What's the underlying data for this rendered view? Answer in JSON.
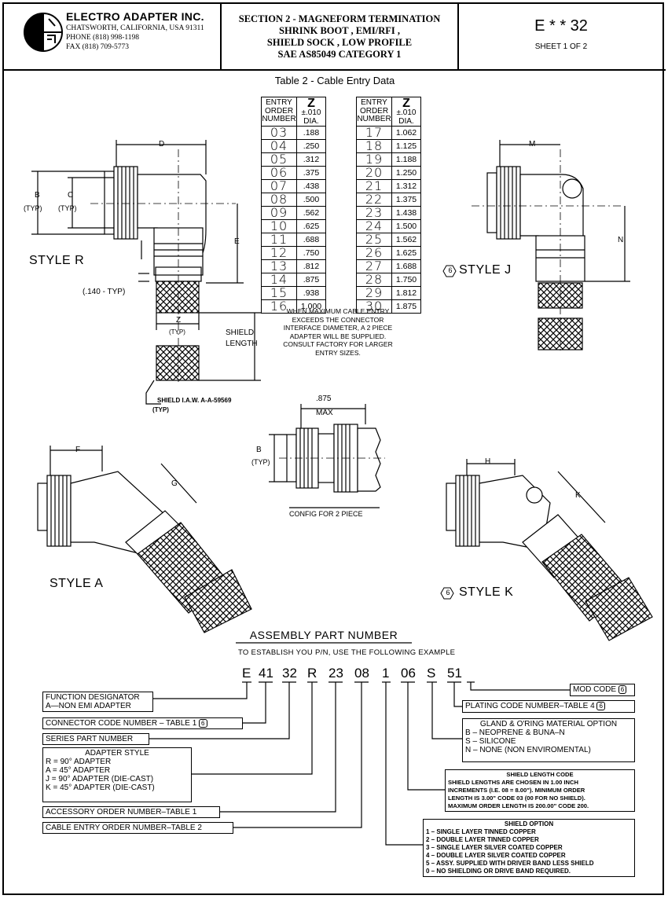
{
  "header": {
    "company": "ELECTRO ADAPTER INC.",
    "city": "CHATSWORTH, CALIFORNIA, USA 91311",
    "phone": "PHONE  (818) 998-1198",
    "fax": "FAX  (818) 709-5773",
    "section_lines": [
      "SECTION 2 - MAGNEFORM  TERMINATION",
      "SHRINK BOOT ,  EMI/RFI ,",
      "SHIELD SOCK ,  LOW PROFILE",
      "SAE AS85049 CATEGORY 1"
    ],
    "part_code": "E * * 32",
    "sheet": "SHEET  1 OF 2"
  },
  "table": {
    "title": "Table  2 - Cable Entry Data",
    "col1": "ENTRY",
    "col2": "ORDER",
    "col3": "NUMBER",
    "z": "Z",
    "tol": "±.010",
    "dia": "DIA.",
    "left_rows": [
      {
        "order": "03",
        "dia": ".188"
      },
      {
        "order": "04",
        "dia": ".250"
      },
      {
        "order": "05",
        "dia": ".312"
      },
      {
        "order": "06",
        "dia": ".375"
      },
      {
        "order": "07",
        "dia": ".438"
      },
      {
        "order": "08",
        "dia": ".500"
      },
      {
        "order": "09",
        "dia": ".562"
      },
      {
        "order": "10",
        "dia": ".625"
      },
      {
        "order": "11",
        "dia": ".688"
      },
      {
        "order": "12",
        "dia": ".750"
      },
      {
        "order": "13",
        "dia": ".812"
      },
      {
        "order": "14",
        "dia": ".875"
      },
      {
        "order": "15",
        "dia": ".938"
      },
      {
        "order": "16",
        "dia": "1.000"
      }
    ],
    "right_rows": [
      {
        "order": "17",
        "dia": "1.062"
      },
      {
        "order": "18",
        "dia": "1.125"
      },
      {
        "order": "19",
        "dia": "1.188"
      },
      {
        "order": "20",
        "dia": "1.250"
      },
      {
        "order": "21",
        "dia": "1.312"
      },
      {
        "order": "22",
        "dia": "1.375"
      },
      {
        "order": "23",
        "dia": "1.438"
      },
      {
        "order": "24",
        "dia": "1.500"
      },
      {
        "order": "25",
        "dia": "1.562"
      },
      {
        "order": "26",
        "dia": "1.625"
      },
      {
        "order": "27",
        "dia": "1.688"
      },
      {
        "order": "28",
        "dia": "1.750"
      },
      {
        "order": "29",
        "dia": "1.812"
      },
      {
        "order": "30",
        "dia": "1.875"
      }
    ],
    "note": [
      "WHEN MAXIMUM CABLE ENTRY",
      "EXCEEDS THE CONNECTOR",
      "INTERFACE DIAMETER, A 2 PIECE",
      "ADAPTER WILL BE SUPPLIED.",
      "CONSULT FACTORY FOR LARGER",
      "ENTRY SIZES."
    ]
  },
  "drawings": {
    "style_r": "STYLE R",
    "style_j": "STYLE J",
    "style_a": "STYLE A",
    "style_k": "STYLE K",
    "note6": "6",
    "dim_d": "D",
    "dim_b": "B",
    "dim_c": "C",
    "typ": "(TYP)",
    "dim_e": "E",
    "dim_140": "(.140 - TYP)",
    "dim_z": "Z",
    "shield": "SHIELD",
    "length": "LENGTH",
    "shield_iaw": "SHIELD I.A.W. A-A-59569",
    "dim_m": "M",
    "dim_n": "N",
    "dim_875": ".875",
    "max": "MAX",
    "config2": "CONFIG FOR 2 PIECE",
    "dim_f": "F",
    "dim_g": "G",
    "dim_h": "H",
    "dim_k": "K"
  },
  "assembly": {
    "title": "ASSEMBLY PART NUMBER",
    "subtitle": "TO ESTABLISH YOU P/N, USE THE FOLLOWING EXAMPLE",
    "pn": [
      "E",
      "41",
      "32",
      "R",
      "23",
      "08",
      "1",
      "06",
      "S",
      "51"
    ],
    "func_1": "FUNCTION DESIGNATOR",
    "func_2": "A—NON EMI ADAPTER",
    "connector": "CONNECTOR CODE NUMBER – TABLE 1",
    "series": "SERIES PART NUMBER",
    "style_title": "ADAPTER STYLE",
    "styles": [
      "R  =  90° ADAPTER",
      "A  =  45° ADAPTER",
      "J  =  90° ADAPTER (DIE-CAST)",
      "K  =  45° ADAPTER (DIE-CAST)"
    ],
    "accessory": "ACCESSORY ORDER NUMBER–TABLE 1",
    "cable": "CABLE ENTRY ORDER NUMBER–TABLE 2",
    "mod": "MOD CODE",
    "plating": "PLATING CODE NUMBER–TABLE 4",
    "gland_title": "GLAND & O'RING MATERIAL OPTION",
    "gland": [
      "B  –  NEOPRENE & BUNA–N",
      "S  –  SILICONE",
      "N  –  NONE (NON ENVIROMENTAL)"
    ],
    "sl_title": "SHIELD LENGTH CODE",
    "sl_lines": [
      "SHIELD LENGTHS ARE CHOSEN IN 1.00 INCH",
      "INCREMENTS (I.E. 08 = 8.00\"). MINIMUM ORDER",
      "LENGTH IS 3.00\" CODE 03 (00 FOR NO SHIELD).",
      "MAXIMUM ORDER LENGTH IS 200.00\" CODE 200."
    ],
    "so_title": "SHIELD OPTION",
    "so_lines": [
      "1  –  SINGLE LAYER TINNED COPPER",
      "2  –  DOUBLE LAYER TINNED COPPER",
      "3  –  SINGLE LAYER SILVER COATED COPPER",
      "4  –  DOUBLE LAYER SILVER COATED COPPER",
      "5  –  ASSY. SUPPLIED WITH DRIVER BAND LESS SHIELD",
      "0  –  NO SHIELDING OR DRIVE BAND REQUIRED."
    ]
  }
}
